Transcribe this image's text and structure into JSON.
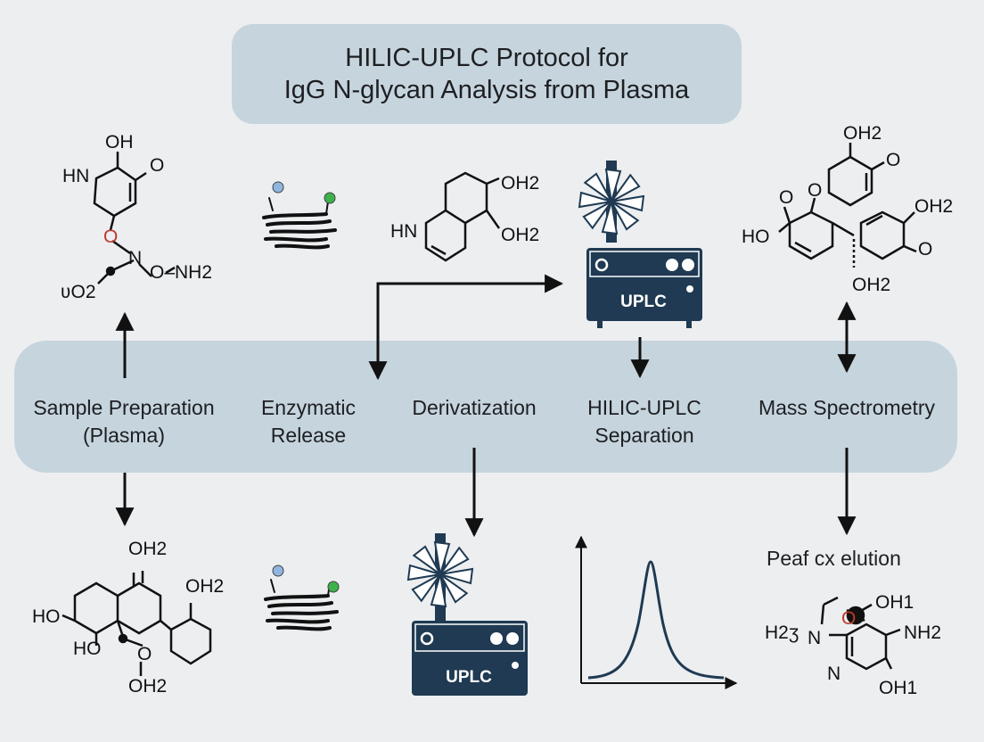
{
  "title": {
    "line1": "HILIC-UPLC Protocol for",
    "line2": "IgG N-glycan Analysis from Plasma"
  },
  "stages": [
    {
      "line1": "Sample Preparation",
      "line2": "(Plasma)"
    },
    {
      "line1": "Enzymatic",
      "line2": "Release"
    },
    {
      "line1": "Derivatization",
      "line2": ""
    },
    {
      "line1": "HILIC-UPLC",
      "line2": "Separation"
    },
    {
      "line1": "Mass Spectrometry",
      "line2": ""
    }
  ],
  "instrument_label": "UPLC",
  "peak_label": "Peaf cx elution",
  "chem_labels": {
    "m1_oh": "OH",
    "m1_hn": "HN",
    "m1_o": "O",
    "m1_ored": "O",
    "m1_n": "N",
    "m1_onh2": "O–NH2",
    "m1_o2": "ʋO2",
    "m2_oh2a": "OH2",
    "m2_oh2b": "OH2",
    "m2_hn": "HN",
    "m3_oh2top": "OH2",
    "m3_o": "O",
    "m3_o2": "O",
    "m3_ho": "HO",
    "m3_o3": "O",
    "m3_oh2r": "OH2",
    "m3_o4": "O",
    "m3_oh2b": "OH2",
    "m4_oh2top": "OH2",
    "m4_oh2r": "OH2",
    "m4_ho": "HO",
    "m4_ho2": "HO",
    "m4_o": "O",
    "m4_oh2b": "OH2",
    "m5_o": "O",
    "m5_oh1a": "OH1",
    "m5_h": "H2ʒ",
    "m5_n": "N",
    "m5_nh2": "NH2",
    "m5_n2": "N",
    "m5_oh1b": "OH1"
  },
  "colors": {
    "arrow": "#111111",
    "instrument": "#1f3a52",
    "peak_line": "#1f3a52",
    "oxygen_red": "#c0392b",
    "glycan_blue": "#8fb6e0",
    "glycan_green": "#3db24a"
  }
}
